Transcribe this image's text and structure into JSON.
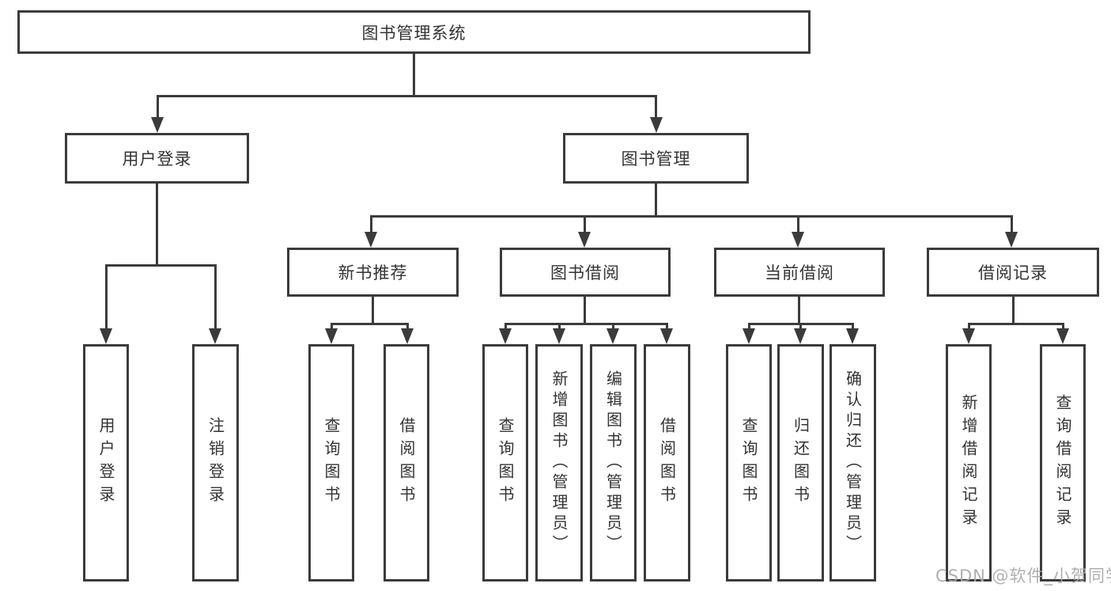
{
  "diagram": {
    "root": "图书管理系统",
    "level2": [
      "用户登录",
      "图书管理"
    ],
    "level3": [
      "新书推荐",
      "图书借阅",
      "当前借阅",
      "借阅记录"
    ],
    "leaves_user_login": [
      "用户登录",
      "注销登录"
    ],
    "leaves_new_books": [
      "查询图书",
      "借阅图书"
    ],
    "leaves_book_borrow": [
      "查询图书",
      "新增图书（管理员）",
      "编辑图书（管理员）",
      "借阅图书"
    ],
    "leaves_current_borrow": [
      "查询图书",
      "归还图书",
      "确认归还（管理员）"
    ],
    "leaves_borrow_records": [
      "新增借阅记录",
      "查询借阅记录"
    ]
  },
  "watermark": "CSDN @软件_小贺同学",
  "colors": {
    "line": "#3b3b3b",
    "text": "#333333",
    "watermark": "#a8a8a8",
    "background": "#ffffff"
  }
}
